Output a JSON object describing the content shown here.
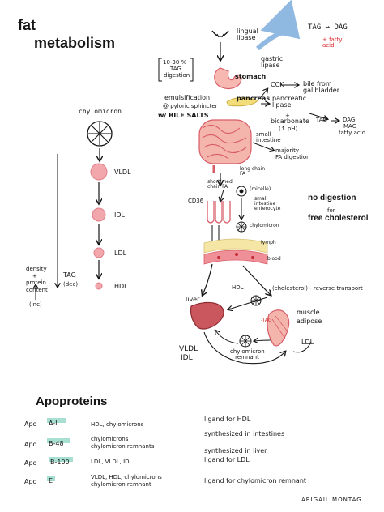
{
  "title": {
    "line1": "fat",
    "line2": "metabolism"
  },
  "left": {
    "chylomicron": "chylomicron",
    "vldl": "VLDL",
    "idl": "IDL",
    "ldl": "LDL",
    "hdl": "HDL",
    "density": "density",
    "plus1": "+",
    "protein": "protein",
    "content": "content",
    "inc": "(inc)",
    "tag": "TAG",
    "dec": "(dec)"
  },
  "digestion": {
    "lingual_lipase": "lingual lipase",
    "tag_dag": "TAG → DAG",
    "fatty_acid_note": "+ fatty acid",
    "gastric_lipase": "gastric lipase",
    "tag_pct": "10-30 %",
    "tag_word": "TAG",
    "digestion_word": "digestion",
    "stomach": "stomach",
    "emulsification": "emulsification",
    "pyloric": "@ pyloric sphincter",
    "bile_salts": "w/ BILE SALTS",
    "pancreas": "pancreas",
    "cck": "CCK",
    "bile_from_gb": "bile from gallbladder",
    "pancreatic_lipase": "pancreatic lipase",
    "plus2": "+",
    "bicarbonate": "bicarbonate",
    "ph": "(↑ pH)",
    "tag2": "TAG",
    "dag2": "DAG",
    "mag": "MAG",
    "fatty_acid2": "fatty acid",
    "small_intestine": "small intestine",
    "majority": "majority",
    "fa_digestion": "FA digestion"
  },
  "absorption": {
    "long_chain_fa": "long chain FA",
    "short_med_fa": "short/med chain FA",
    "micelle": "(micelle)",
    "cd36": "CD36",
    "enterocyte": "small intestine enterocyte",
    "chylomicron": "chylomicron",
    "lymph": "lymph",
    "blood": "blood",
    "no_digestion": "no digestion",
    "for_word": "for",
    "free_cholesterol": "free cholesterol"
  },
  "circulation": {
    "liver": "liver",
    "hdl": "HDL",
    "reverse": "(cholesterol) - reverse transport",
    "tag_minus": "-TAG",
    "muscle": "muscle",
    "adipose": "adipose",
    "ldl": "LDL",
    "vldl": "VLDL",
    "idl": "IDL",
    "remnant": "chylomicron remnant"
  },
  "apoproteins": {
    "heading": "Apoproteins",
    "rows": [
      {
        "apo": "Apo",
        "name": "A-I",
        "carriers": [
          "HDL, chylomicrons"
        ],
        "function": [
          "ligand for HDL"
        ]
      },
      {
        "apo": "Apo",
        "name": "B-48",
        "carriers": [
          "chylomicrons",
          "chylomicron remnants"
        ],
        "function": [
          "synthesized in intestines"
        ]
      },
      {
        "apo": "Apo",
        "name": "B-100",
        "carriers": [
          "LDL, VLDL, IDL"
        ],
        "function": [
          "synthesized in liver",
          "ligand for LDL"
        ]
      },
      {
        "apo": "Apo",
        "name": "E",
        "carriers": [
          "VLDL, HDL, chylomicrons",
          "chylomicron remnant"
        ],
        "function": [
          "ligand for chylomicron remnant"
        ]
      }
    ]
  },
  "signature": "ABIGAIL MONTAG",
  "colors": {
    "ink": "#151515",
    "pink": "#ef8f97",
    "pink_dark": "#d85c68",
    "yellow": "#f3dc7a",
    "highlight_teal": "#a7e0d2",
    "arrow_blue": "#8fb9e0",
    "red_note": "#d9262b"
  }
}
